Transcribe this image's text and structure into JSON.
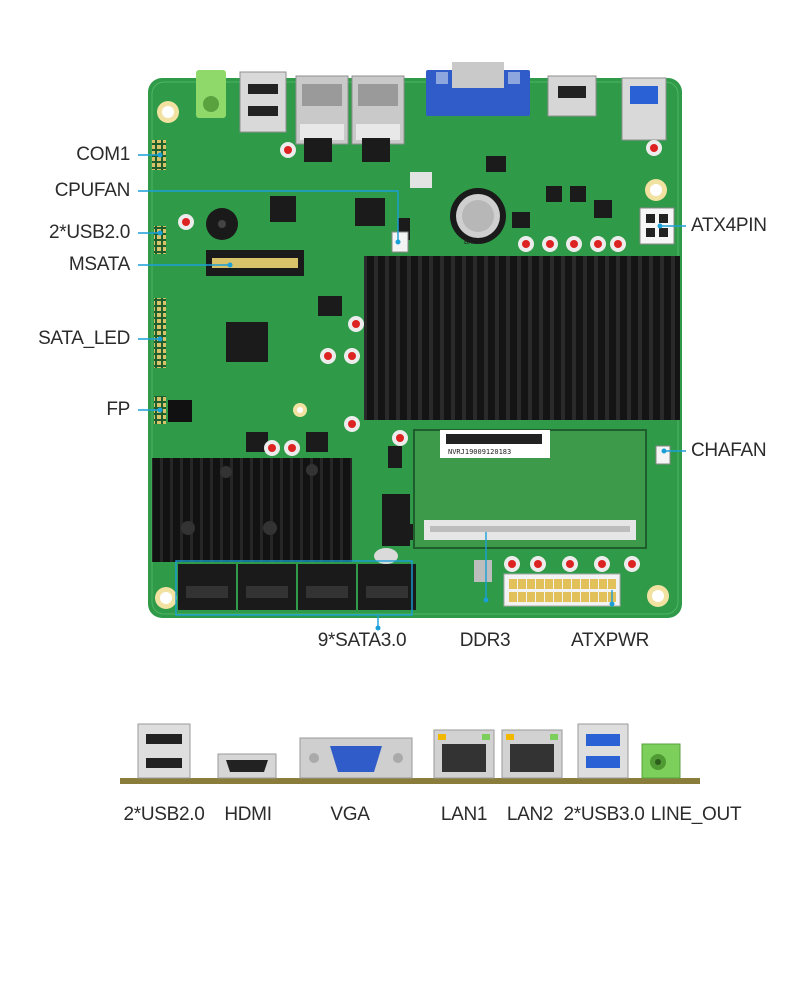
{
  "board_labels": {
    "com1": "COM1",
    "cpufan": "CPUFAN",
    "usb20_internal": "2*USB2.0",
    "msata": "MSATA",
    "sata_led": "SATA_LED",
    "fp": "FP",
    "atx4pin": "ATX4PIN",
    "chafan": "CHAFAN",
    "sata30": "9*SATA3.0",
    "ddr3": "DDR3",
    "atxpwr": "ATXPWR"
  },
  "board_print": {
    "sodimm_serial": "NVRJ19009120183",
    "battery": "BAT1"
  },
  "io_labels": {
    "usb20": "2*USB2.0",
    "hdmi": "HDMI",
    "vga": "VGA",
    "lan1": "LAN1",
    "lan2": "LAN2",
    "usb30": "2*USB3.0",
    "line_out": "LINE_OUT"
  },
  "colors": {
    "pcb": "#2f9a48",
    "pcb_dark": "#1f6e33",
    "heatsink": "#111111",
    "callout": "#1a9fd8",
    "vga_blue": "#2f5cc8",
    "usb3_blue": "#2a62d6",
    "line_out_green": "#7ccf5a",
    "baseline": "#8a7d3c"
  }
}
